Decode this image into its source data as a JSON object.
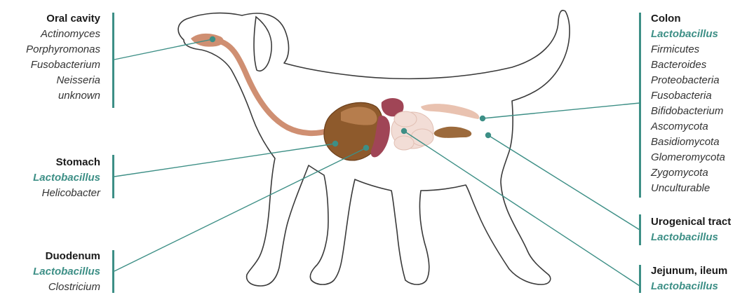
{
  "colors": {
    "accent": "#3d8f86",
    "outline": "#3a3a3a",
    "esophagus": "#cf8f72",
    "stomach": "#8e5a2c",
    "organ_dark": "#a04556",
    "intestine": "#f2ddd6",
    "colon": "#e9c2b0",
    "kidney": "#9c6a3c"
  },
  "groups": {
    "oral": {
      "title": "Oral cavity",
      "items": [
        "Actinomyces",
        "Porphyromonas",
        "Fusobacterium",
        "Neisseria",
        "unknown"
      ]
    },
    "stomach": {
      "title": "Stomach",
      "highlight": "Lactobacillus",
      "items": [
        "Helicobacter"
      ]
    },
    "duodenum": {
      "title": "Duodenum",
      "highlight": "Lactobacillus",
      "items": [
        "Clostricium"
      ]
    },
    "colon": {
      "title": "Colon",
      "highlight": "Lactobacillus",
      "items": [
        "Firmicutes",
        "Bacteroides",
        "Proteobacteria",
        "Fusobacteria",
        "Bifidobacterium",
        "Ascomycota",
        "Basidiomycota",
        "Glomeromycota",
        "Zygomycota",
        "Unculturable"
      ]
    },
    "urogenital": {
      "title": "Urogenical tract",
      "highlight": "Lactobacillus"
    },
    "jejunum": {
      "title": "Jejunum, ileum",
      "highlight": "Lactobacillus"
    }
  }
}
